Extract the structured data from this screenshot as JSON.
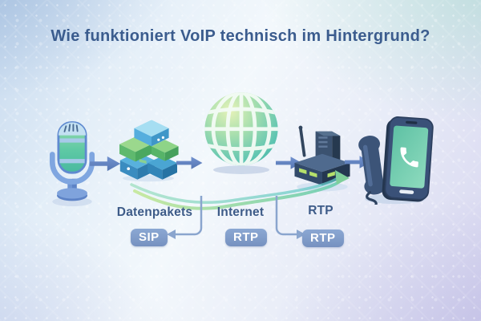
{
  "title": "Wie funktioniert VoIP technisch im Hintergrund?",
  "diagram": {
    "nodes": [
      {
        "id": "microphone",
        "icon": "microphone-icon"
      },
      {
        "id": "datenpakete",
        "icon": "data-packets-icon",
        "label": "Datenpakets",
        "badge": "SIP"
      },
      {
        "id": "internet",
        "icon": "globe-icon",
        "label": "Internet",
        "badge": "RTP"
      },
      {
        "id": "router",
        "icon": "router-icon",
        "label": "RTP",
        "badge": "RTP"
      },
      {
        "id": "endgeraet",
        "icon": "phone-icon"
      }
    ]
  },
  "colors": {
    "title_text": "#3b5c8e",
    "label_text": "#3d5b88",
    "badge_bg": "#7e9ac7",
    "badge_text": "#ffffff",
    "arrow": "#5d7fc0",
    "connector": "#8aa5ce",
    "stream_green": "#a8dd96",
    "stream_teal": "#5fc6c9",
    "globe_green": "#9fdcaa",
    "globe_teal": "#45b3a4",
    "device_navy": "#3a5178",
    "packet_blue": "#55aede",
    "packet_green": "#7ccc7e"
  }
}
